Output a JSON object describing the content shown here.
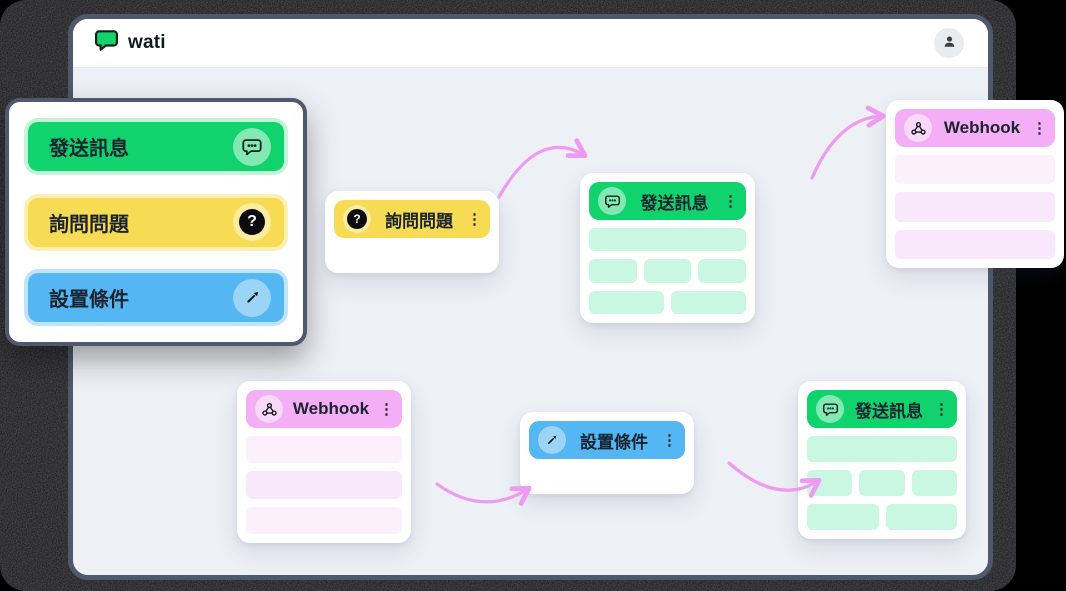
{
  "header": {
    "brand": "wati",
    "avatar_icon": "user-avatar-icon"
  },
  "sidebar": {
    "items": [
      {
        "label": "發送訊息",
        "icon": "chat-bubble-icon",
        "color": "#11d36e"
      },
      {
        "label": "詢問問題",
        "icon": "question-icon",
        "color": "#f8db55"
      },
      {
        "label": "設置條件",
        "icon": "send-arrow-icon",
        "color": "#54b6f2"
      }
    ]
  },
  "nodes": [
    {
      "id": "question-1",
      "type": "ask-question",
      "label": "詢問問題",
      "color": "#f8db55",
      "placeholder_rows": []
    },
    {
      "id": "message-1",
      "type": "send-message",
      "label": "發送訊息",
      "color": "#11d36e",
      "placeholder_rows": [
        1,
        3,
        2
      ]
    },
    {
      "id": "webhook-1",
      "type": "webhook",
      "label": "Webhook",
      "color": "#f3aef5",
      "placeholder_rows": [
        1,
        1,
        1
      ]
    },
    {
      "id": "webhook-2",
      "type": "webhook",
      "label": "Webhook",
      "color": "#f3aef5",
      "placeholder_rows": [
        1,
        1,
        1
      ]
    },
    {
      "id": "condition-1",
      "type": "set-condition",
      "label": "設置條件",
      "color": "#54b6f2",
      "placeholder_rows": []
    },
    {
      "id": "message-2",
      "type": "send-message",
      "label": "發送訊息",
      "color": "#11d36e",
      "placeholder_rows": [
        1,
        3,
        2
      ]
    }
  ],
  "edges": [
    {
      "from": "question-1",
      "to": "message-1"
    },
    {
      "from": "message-1",
      "to": "webhook-1"
    },
    {
      "from": "webhook-2",
      "to": "condition-1"
    },
    {
      "from": "condition-1",
      "to": "message-2"
    }
  ],
  "icons": {
    "kebab": "⋮",
    "question_glyph": "?"
  },
  "colors": {
    "border": "#4f586c",
    "canvas": "#edf0f5",
    "ink": "#1a2330",
    "green": "#11d36e",
    "green-light": "#83e9b4",
    "green-halo": "#c2f4d8",
    "green-bar": "#c9f7e1",
    "yellow": "#f8db55",
    "yellow-light": "#fbec9e",
    "yellow-halo": "#fcf0ae",
    "blue": "#54b6f2",
    "blue-light": "#9ad5f8",
    "blue-halo": "#bfe4fb",
    "pink": "#f3aef5",
    "pink-light": "#f9d9fa",
    "pink-bar": "#f9e8fb",
    "pink-bar-light": "#fbf0fc",
    "arrow": "#ee9af2"
  }
}
